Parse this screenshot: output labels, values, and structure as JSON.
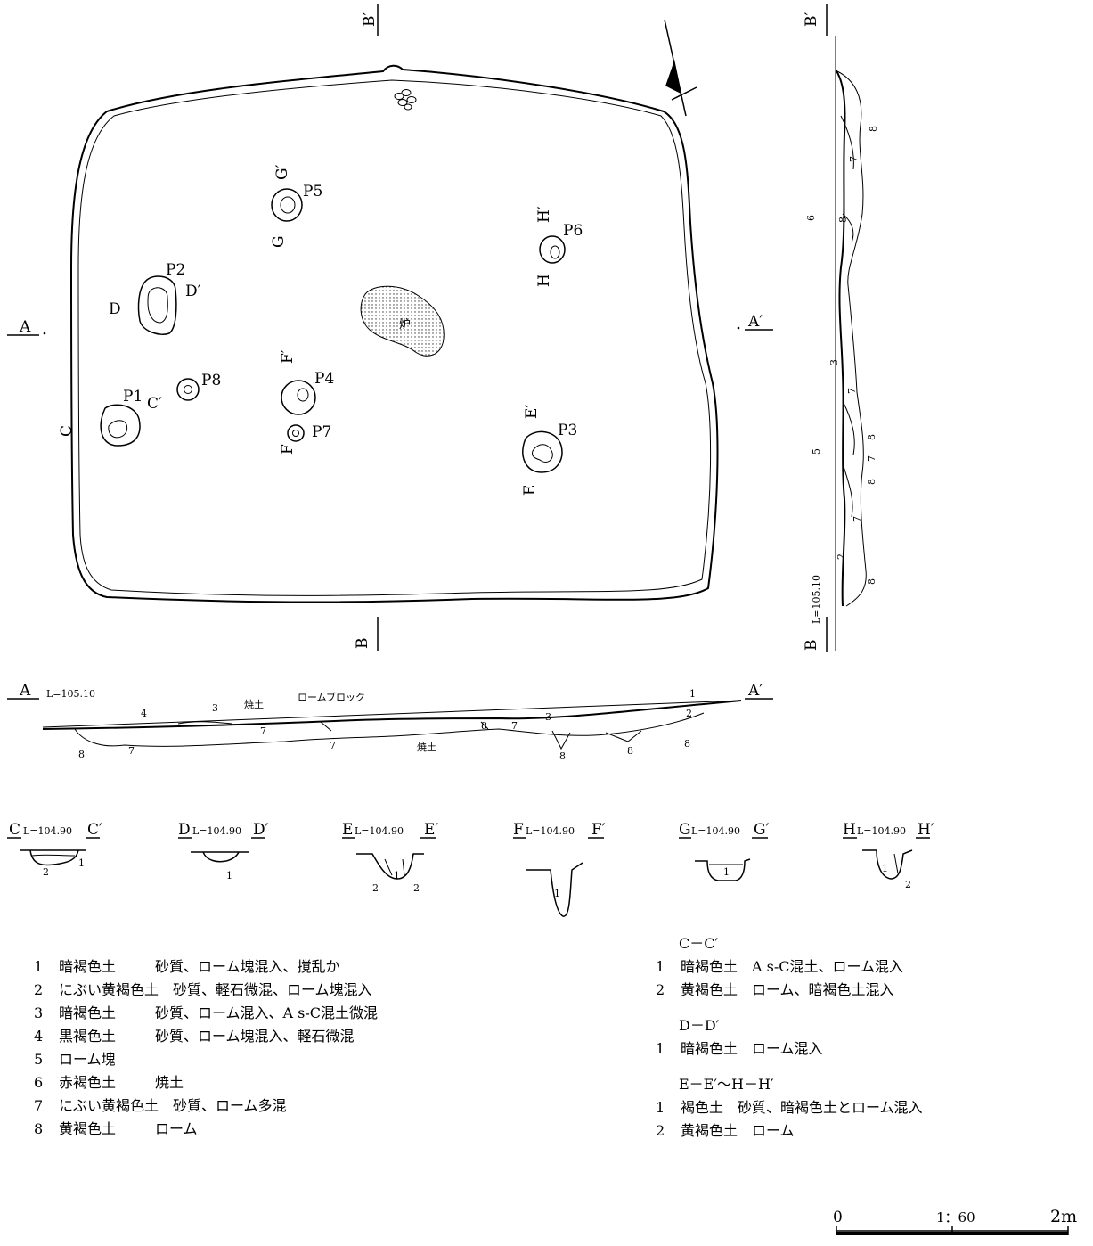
{
  "section_labels": {
    "A": "A",
    "A_prime": "A′",
    "B": "B",
    "B_prime": "B′",
    "C": "C",
    "C_prime": "C′",
    "D": "D",
    "D_prime": "D′",
    "E": "E",
    "E_prime": "E′",
    "F": "F",
    "F_prime": "F′",
    "G": "G",
    "G_prime": "G′",
    "H": "H",
    "H_prime": "H′"
  },
  "pits": [
    "P1",
    "P2",
    "P3",
    "P4",
    "P5",
    "P6",
    "P7",
    "P8"
  ],
  "hearth_label": "炉",
  "levels": {
    "AA": "L=105.10",
    "BB": "L=105.10",
    "CC": "L=104.90",
    "DD": "L=104.90",
    "EE": "L=104.90",
    "FF": "L=104.90",
    "GG": "L=104.90",
    "HH": "L=104.90"
  },
  "section_annotations": {
    "burnt_soil": "焼土",
    "loam_block": "ロームブロック"
  },
  "layer_numbers": [
    "1",
    "2",
    "3",
    "4",
    "5",
    "6",
    "7",
    "8"
  ],
  "legend_main": [
    {
      "no": "1",
      "soil": "暗褐色土",
      "desc": "砂質、ローム塊混入、撹乱か"
    },
    {
      "no": "2",
      "soil": "にぶい黄褐色土",
      "desc": "砂質、軽石微混、ローム塊混入"
    },
    {
      "no": "3",
      "soil": "暗褐色土",
      "desc": "砂質、ローム混入、A s-C混土微混"
    },
    {
      "no": "4",
      "soil": "黒褐色土",
      "desc": "砂質、ローム塊混入、軽石微混"
    },
    {
      "no": "5",
      "soil": "ローム塊",
      "desc": ""
    },
    {
      "no": "6",
      "soil": "赤褐色土",
      "desc": "焼土"
    },
    {
      "no": "7",
      "soil": "にぶい黄褐色土",
      "desc": "砂質、ローム多混"
    },
    {
      "no": "8",
      "soil": "黄褐色土",
      "desc": "ローム"
    }
  ],
  "legend_sub": [
    {
      "heading": "C－C′",
      "items": [
        {
          "no": "1",
          "soil": "暗褐色土",
          "desc": "A s-C混土、ローム混入"
        },
        {
          "no": "2",
          "soil": "黄褐色土",
          "desc": "ローム、暗褐色土混入"
        }
      ]
    },
    {
      "heading": "D－D′",
      "items": [
        {
          "no": "1",
          "soil": "暗褐色土",
          "desc": "ローム混入"
        }
      ]
    },
    {
      "heading": "E－E′～H－H′",
      "items": [
        {
          "no": "1",
          "soil": "褐色土",
          "desc": "砂質、暗褐色土とローム混入"
        },
        {
          "no": "2",
          "soil": "黄褐色土",
          "desc": "ローム"
        }
      ]
    }
  ],
  "scale": {
    "zero": "0",
    "ratio": "1：60",
    "max": "2m"
  }
}
